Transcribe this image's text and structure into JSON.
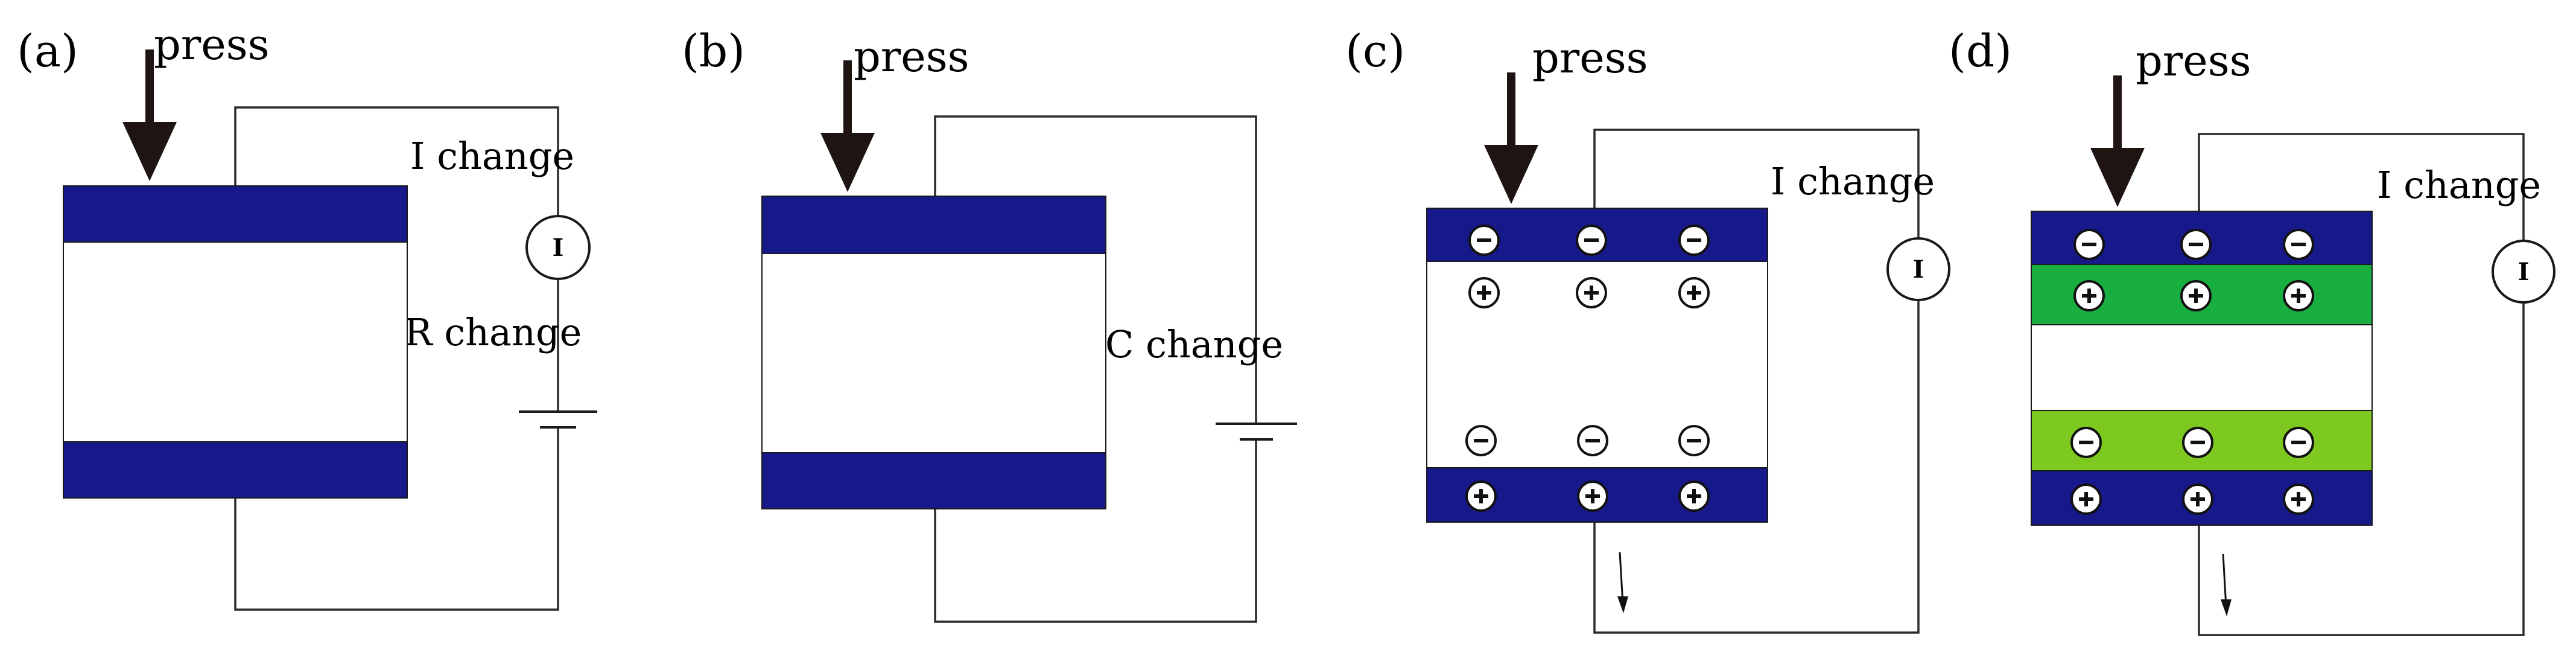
{
  "panels": [
    {
      "id": "a",
      "label": "(a)",
      "press": "press",
      "meter": "I",
      "annotations": [
        "I change",
        "R change"
      ]
    },
    {
      "id": "b",
      "label": "(b)",
      "press": "press",
      "annotations": [
        "C change"
      ]
    },
    {
      "id": "c",
      "label": "(c)",
      "press": "press",
      "meter": "I",
      "annotations": [
        "I change"
      ]
    },
    {
      "id": "d",
      "label": "(d)",
      "press": "press",
      "meter": "I",
      "annotations": [
        "I change"
      ]
    }
  ],
  "ion_symbols": {
    "negative": "−",
    "positive": "+"
  },
  "colors": {
    "electrode": "#17198a",
    "dark_green_layer": "#19af40",
    "light_green_layer": "#7dc920",
    "ion_fill": "#ffffff",
    "arrow": "#1e1412",
    "wire": "#2a2a2a"
  }
}
